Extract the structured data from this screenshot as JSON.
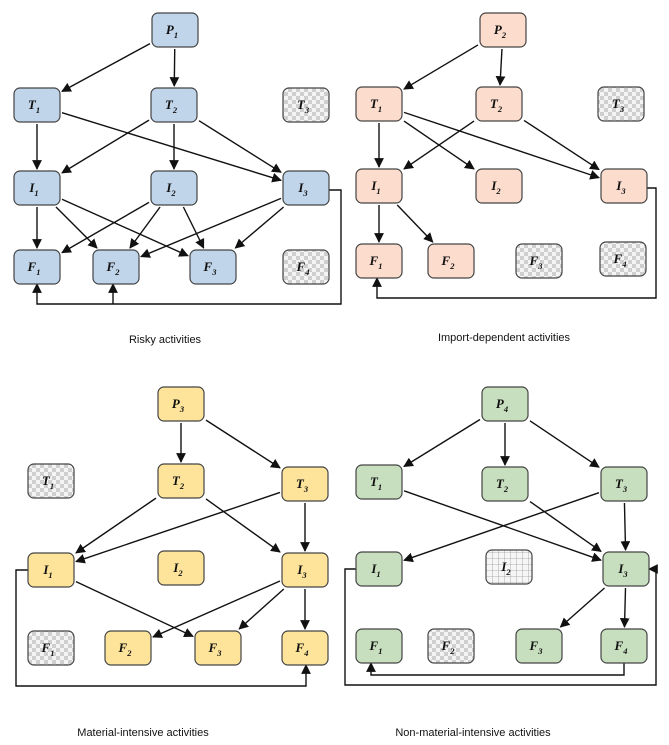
{
  "colors": {
    "blue": "#c0d5ea",
    "salmon": "#fbdccd",
    "yellow": "#fde49a",
    "green": "#c8dfbf",
    "inactive": "checkered-grey-pattern",
    "stroke": "#111111"
  },
  "panels": [
    {
      "id": "risky",
      "caption": "Risky activities",
      "color": "blue",
      "nodes": [
        {
          "id": "P1",
          "base": "P",
          "sub": "1",
          "active": true
        },
        {
          "id": "T1",
          "base": "T",
          "sub": "1",
          "active": true
        },
        {
          "id": "T2",
          "base": "T",
          "sub": "2",
          "active": true
        },
        {
          "id": "T3",
          "base": "T",
          "sub": "3",
          "active": false
        },
        {
          "id": "I1",
          "base": "I",
          "sub": "1",
          "active": true
        },
        {
          "id": "I2",
          "base": "I",
          "sub": "2",
          "active": true
        },
        {
          "id": "I3",
          "base": "I",
          "sub": "3",
          "active": true
        },
        {
          "id": "F1",
          "base": "F",
          "sub": "1",
          "active": true
        },
        {
          "id": "F2",
          "base": "F",
          "sub": "2",
          "active": true
        },
        {
          "id": "F3",
          "base": "F",
          "sub": "3",
          "active": true
        },
        {
          "id": "F4",
          "base": "F",
          "sub": "4",
          "active": false
        }
      ],
      "edges": [
        [
          "P1",
          "T1"
        ],
        [
          "P1",
          "T2"
        ],
        [
          "T1",
          "I1"
        ],
        [
          "T1",
          "I3"
        ],
        [
          "T2",
          "I1"
        ],
        [
          "T2",
          "I2"
        ],
        [
          "T2",
          "I3"
        ],
        [
          "I1",
          "F1"
        ],
        [
          "I1",
          "F2"
        ],
        [
          "I1",
          "F3"
        ],
        [
          "I2",
          "F1"
        ],
        [
          "I2",
          "F2"
        ],
        [
          "I2",
          "F3"
        ],
        [
          "I3",
          "F2"
        ],
        [
          "I3",
          "F3"
        ],
        [
          "I3",
          "F1"
        ],
        [
          "I3",
          "F2"
        ]
      ]
    },
    {
      "id": "import",
      "caption": "Import-dependent activities",
      "color": "salmon",
      "nodes": [
        {
          "id": "P2",
          "base": "P",
          "sub": "2",
          "active": true
        },
        {
          "id": "T1",
          "base": "T",
          "sub": "1",
          "active": true
        },
        {
          "id": "T2",
          "base": "T",
          "sub": "2",
          "active": true
        },
        {
          "id": "T3",
          "base": "T",
          "sub": "3",
          "active": false
        },
        {
          "id": "I1",
          "base": "I",
          "sub": "1",
          "active": true
        },
        {
          "id": "I2",
          "base": "I",
          "sub": "2",
          "active": true
        },
        {
          "id": "I3",
          "base": "I",
          "sub": "3",
          "active": true
        },
        {
          "id": "F1",
          "base": "F",
          "sub": "1",
          "active": true
        },
        {
          "id": "F2",
          "base": "F",
          "sub": "2",
          "active": true
        },
        {
          "id": "F3",
          "base": "F",
          "sub": "3",
          "active": false
        },
        {
          "id": "F4",
          "base": "F",
          "sub": "4",
          "active": false
        }
      ],
      "edges": [
        [
          "P2",
          "T1"
        ],
        [
          "P2",
          "T2"
        ],
        [
          "T1",
          "I1"
        ],
        [
          "T1",
          "I2"
        ],
        [
          "T1",
          "I3"
        ],
        [
          "T2",
          "I1"
        ],
        [
          "T2",
          "I3"
        ],
        [
          "I1",
          "F1"
        ],
        [
          "I1",
          "F2"
        ],
        [
          "I3",
          "F1"
        ]
      ]
    },
    {
      "id": "material",
      "caption": "Material-intensive activities",
      "color": "yellow",
      "nodes": [
        {
          "id": "P3",
          "base": "P",
          "sub": "3",
          "active": true
        },
        {
          "id": "T1",
          "base": "T",
          "sub": "1",
          "active": false
        },
        {
          "id": "T2",
          "base": "T",
          "sub": "2",
          "active": true
        },
        {
          "id": "T3",
          "base": "T",
          "sub": "3",
          "active": true
        },
        {
          "id": "I1",
          "base": "I",
          "sub": "1",
          "active": true
        },
        {
          "id": "I2",
          "base": "I",
          "sub": "2",
          "active": true
        },
        {
          "id": "I3",
          "base": "I",
          "sub": "3",
          "active": true
        },
        {
          "id": "F1",
          "base": "F",
          "sub": "1",
          "active": false
        },
        {
          "id": "F2",
          "base": "F",
          "sub": "2",
          "active": true
        },
        {
          "id": "F3",
          "base": "F",
          "sub": "3",
          "active": true
        },
        {
          "id": "F4",
          "base": "F",
          "sub": "4",
          "active": true
        }
      ],
      "edges": [
        [
          "P3",
          "T2"
        ],
        [
          "P3",
          "T3"
        ],
        [
          "T2",
          "I1"
        ],
        [
          "T2",
          "I3"
        ],
        [
          "T3",
          "I1"
        ],
        [
          "T3",
          "I3"
        ],
        [
          "I1",
          "F3"
        ],
        [
          "I3",
          "F2"
        ],
        [
          "I3",
          "F3"
        ],
        [
          "I3",
          "F4"
        ],
        [
          "I1",
          "F4"
        ]
      ]
    },
    {
      "id": "nonmaterial",
      "caption": "Non-material-intensive activities",
      "color": "green",
      "nodes": [
        {
          "id": "P4",
          "base": "P",
          "sub": "4",
          "active": true
        },
        {
          "id": "T1",
          "base": "T",
          "sub": "1",
          "active": true
        },
        {
          "id": "T2",
          "base": "T",
          "sub": "2",
          "active": true
        },
        {
          "id": "T3",
          "base": "T",
          "sub": "3",
          "active": true
        },
        {
          "id": "I1",
          "base": "I",
          "sub": "1",
          "active": true
        },
        {
          "id": "I2",
          "base": "I",
          "sub": "2",
          "active": false
        },
        {
          "id": "I3",
          "base": "I",
          "sub": "3",
          "active": true
        },
        {
          "id": "F1",
          "base": "F",
          "sub": "1",
          "active": true
        },
        {
          "id": "F2",
          "base": "F",
          "sub": "2",
          "active": false
        },
        {
          "id": "F3",
          "base": "F",
          "sub": "3",
          "active": true
        },
        {
          "id": "F4",
          "base": "F",
          "sub": "4",
          "active": true
        }
      ],
      "edges": [
        [
          "P4",
          "T1"
        ],
        [
          "P4",
          "T2"
        ],
        [
          "P4",
          "T3"
        ],
        [
          "T1",
          "I3"
        ],
        [
          "T2",
          "I3"
        ],
        [
          "T3",
          "I1"
        ],
        [
          "T3",
          "I3"
        ],
        [
          "I3",
          "F3"
        ],
        [
          "I3",
          "F4"
        ],
        [
          "I1",
          "F4"
        ],
        [
          "I3",
          "F1"
        ]
      ]
    }
  ]
}
